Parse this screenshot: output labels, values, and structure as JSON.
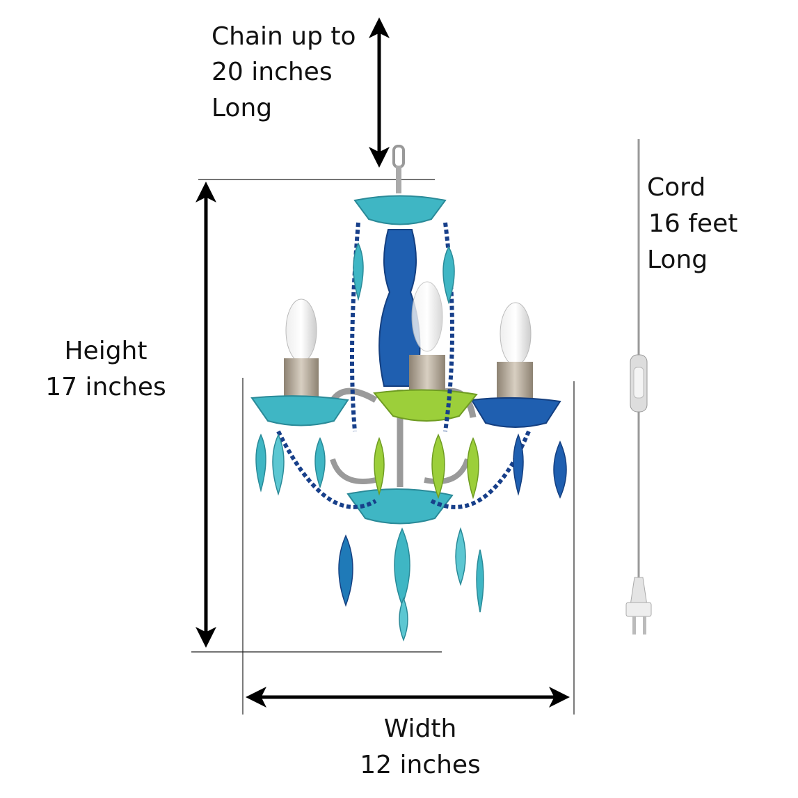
{
  "chain": {
    "line1": "Chain up to",
    "line2": "20 inches",
    "line3": "Long"
  },
  "height": {
    "line1": "Height",
    "line2": "17 inches"
  },
  "width": {
    "line1": "Width",
    "line2": "12 inches"
  },
  "cord": {
    "line1": "Cord",
    "line2": "16 feet",
    "line3": "Long"
  },
  "colors": {
    "teal": "#3fb6c4",
    "blue": "#1f5fb0",
    "navy": "#173f8a",
    "green": "#9ccf3a",
    "silver": "#a8a8a8",
    "arrow": "#000000"
  }
}
